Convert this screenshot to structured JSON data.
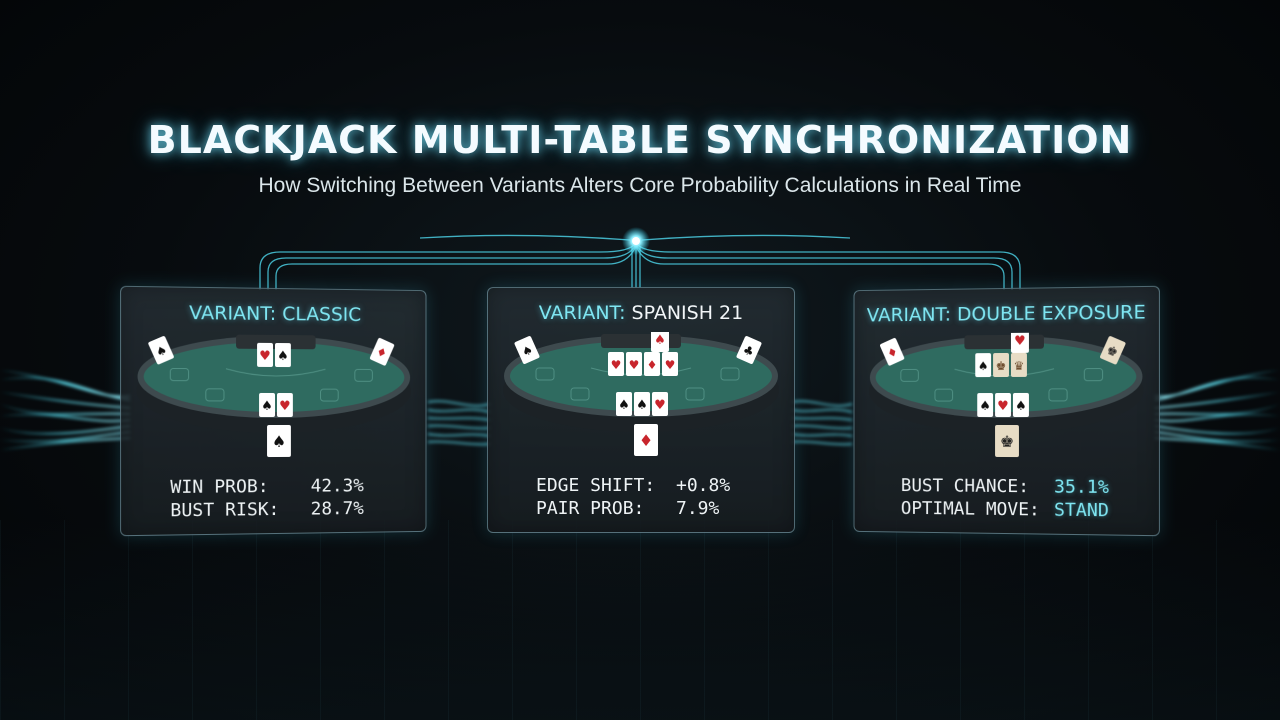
{
  "header": {
    "title": "BLACKJACK MULTI-TABLE SYNCHRONIZATION",
    "subtitle": "How Switching Between Variants Alters Core Probability Calculations in Real Time"
  },
  "colors": {
    "accent": "#7fe6f2",
    "felt": "#2f6b60",
    "background": "#070b0e"
  },
  "panels": [
    {
      "prefix": "VARIANT: ",
      "name": "CLASSIC",
      "stats": [
        {
          "label": "WIN PROB:",
          "value": "42.3%"
        },
        {
          "label": "BUST RISK:",
          "value": "28.7%"
        }
      ]
    },
    {
      "prefix": "VARIANT: ",
      "name": "SPANISH 21",
      "stats": [
        {
          "label": "EDGE SHIFT:",
          "value": "+0.8%"
        },
        {
          "label": "PAIR PROB:",
          "value": "7.9%"
        }
      ]
    },
    {
      "prefix": "VARIANT: ",
      "name": "DOUBLE EXPOSURE",
      "stats": [
        {
          "label": "BUST CHANCE:",
          "value": "35.1%"
        },
        {
          "label": "OPTIMAL MOVE:",
          "value": "STAND"
        }
      ]
    }
  ],
  "icons": [
    "sync-node-icon",
    "playing-card-icon",
    "blackjack-table-icon"
  ]
}
